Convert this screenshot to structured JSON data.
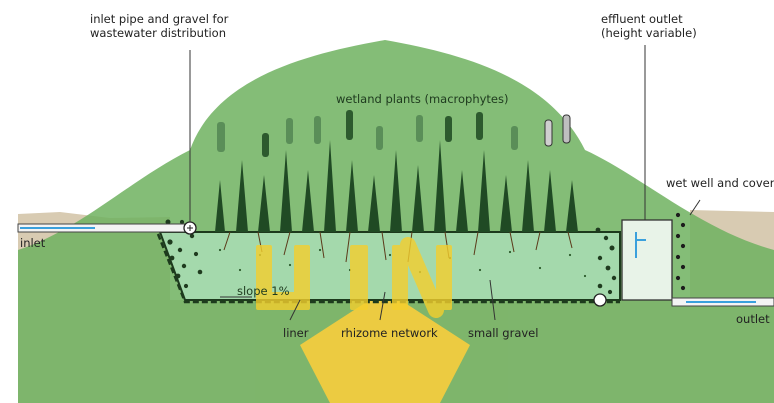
{
  "diagram": {
    "labels": {
      "inlet_pipe": "inlet pipe and gravel for\nwastewater distribution",
      "effluent_outlet": "effluent outlet\n(height variable)",
      "wetland_plants": "wetland plants (macrophytes)",
      "wet_well": "wet well and cover",
      "inlet": "inlet",
      "outlet": "outlet",
      "slope": "slope 1%",
      "liner": "liner",
      "rhizome": "rhizome network",
      "small_gravel": "small gravel"
    },
    "watermark": {
      "text": "UIN",
      "color_shield": "#5fa84f",
      "color_letters": "#f4cf2d"
    },
    "colors": {
      "soil": "#d9cdb6",
      "bed": "#9fd4a6",
      "gravel_dot": "#1e3b1e",
      "plant_dark": "#1f4a22",
      "cattail": "#5d8a5a",
      "water": "#3aa0dc"
    }
  }
}
